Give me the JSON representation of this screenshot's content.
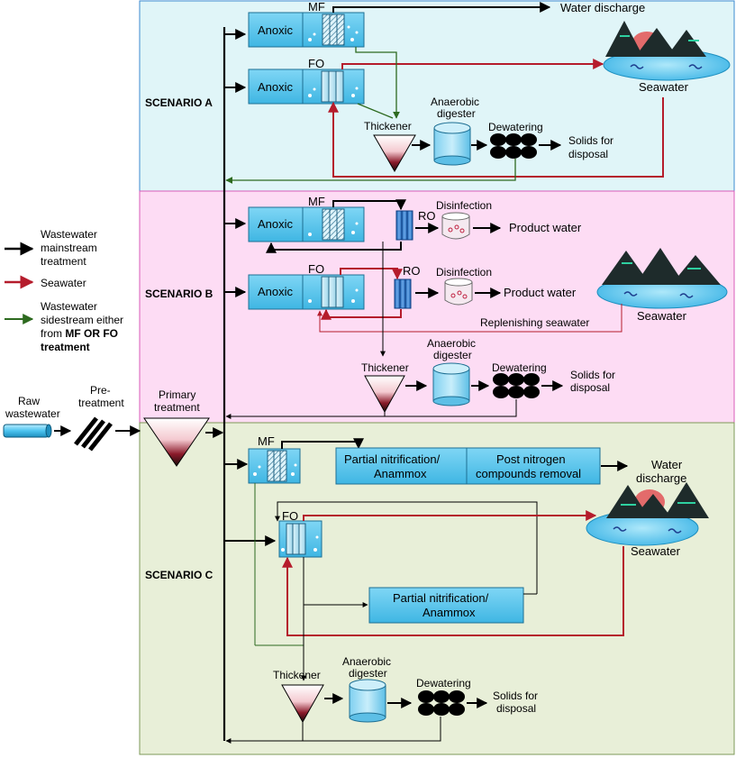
{
  "scenarios": {
    "a": "SCENARIO A",
    "b": "SCENARIO B",
    "c": "SCENARIO C"
  },
  "inlet": {
    "raw": [
      "Raw",
      "wastewater"
    ],
    "pre": [
      "Pre-",
      "treatment"
    ],
    "primary": [
      "Primary",
      "treatment"
    ]
  },
  "legend": {
    "mainstream": [
      "Wastewater",
      "mainstream",
      "treatment"
    ],
    "seawater": "Seawater",
    "sidestream": [
      "Wastewater",
      "sidestream either",
      "from "
    ],
    "sidestream_bold_1": "MF OR FO",
    "sidestream_bold_2": "treatment"
  },
  "scenario_a": {
    "anoxic_1": "Anoxic",
    "mf": "MF",
    "water_discharge": "Water discharge",
    "anoxic_2": "Anoxic",
    "fo": "FO",
    "seawater": "Seawater",
    "thickener": "Thickener",
    "digester": [
      "Anaerobic",
      "digester"
    ],
    "dewatering": "Dewatering",
    "solids": [
      "Solids for",
      "disposal"
    ]
  },
  "scenario_b": {
    "anoxic_1": "Anoxic",
    "mf": "MF",
    "ro_1": "RO",
    "disinfection_1": "Disinfection",
    "product_1": "Product water",
    "anoxic_2": "Anoxic",
    "fo": "FO",
    "ro_2": "RO",
    "disinfection_2": "Disinfection",
    "product_2": "Product water",
    "replenishing": "Replenishing seawater",
    "seawater": "Seawater",
    "thickener": "Thickener",
    "digester": [
      "Anaerobic",
      "digester"
    ],
    "dewatering": "Dewatering",
    "solids": [
      "Solids for",
      "disposal"
    ]
  },
  "scenario_c": {
    "mf": "MF",
    "pn_anammox_1": [
      "Partial nitrification/",
      "Anammox"
    ],
    "post_n": [
      "Post nitrogen",
      "compounds removal"
    ],
    "water_discharge": [
      "Water",
      "discharge"
    ],
    "fo": "FO",
    "seawater": "Seawater",
    "pn_anammox_2": [
      "Partial nitrification/",
      "Anammox"
    ],
    "thickener": "Thickener",
    "digester": [
      "Anaerobic",
      "digester"
    ],
    "dewatering": "Dewatering",
    "solids": [
      "Solids for",
      "disposal"
    ]
  },
  "colors": {
    "scenario_a_bg": "#e0f5f8",
    "scenario_b_bg": "#fddcf4",
    "scenario_c_bg": "#e8efd8",
    "tank": "#5cc6ec",
    "seawater_line": "#b51c2c",
    "sidestream_line": "#2d6a1f",
    "mainstream_line": "#000000"
  },
  "icons": [
    "arrow-icon",
    "membrane-module-icon",
    "ro-module-icon",
    "thickener-icon",
    "digester-icon",
    "dewatering-icon",
    "disinfection-icon",
    "seawater-mountain-icon",
    "pipe-icon",
    "screen-icon"
  ]
}
